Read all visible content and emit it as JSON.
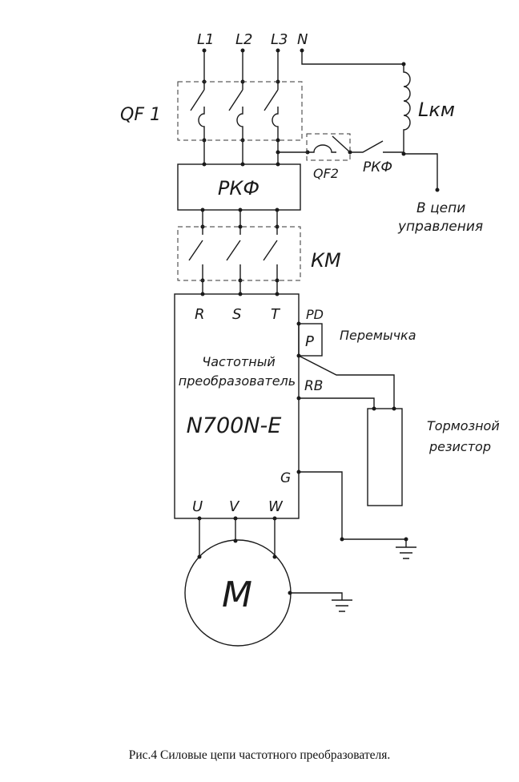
{
  "labels": {
    "l1": "L1",
    "l2": "L2",
    "l3": "L3",
    "n": "N",
    "qf1": "QF 1",
    "qf2": "QF2",
    "rkf_contact": "РКФ",
    "rkf_box": "РКФ",
    "lkm": "Lкм",
    "control_line1": "В цепи",
    "control_line2": "управления",
    "km": "КМ",
    "r": "R",
    "s": "S",
    "t": "T",
    "pd": "PD",
    "p": "P",
    "rb": "RB",
    "g": "G",
    "u": "U",
    "v": "V",
    "w": "W",
    "jumper": "Перемычка",
    "inverter_line1": "Частотный",
    "inverter_line2": "преобразователь",
    "inverter_model": "N700N-E",
    "brake_line1": "Тормозной",
    "brake_line2": "резистор",
    "motor": "M"
  },
  "caption": "Рис.4 Силовые цепи частотного преобразователя."
}
